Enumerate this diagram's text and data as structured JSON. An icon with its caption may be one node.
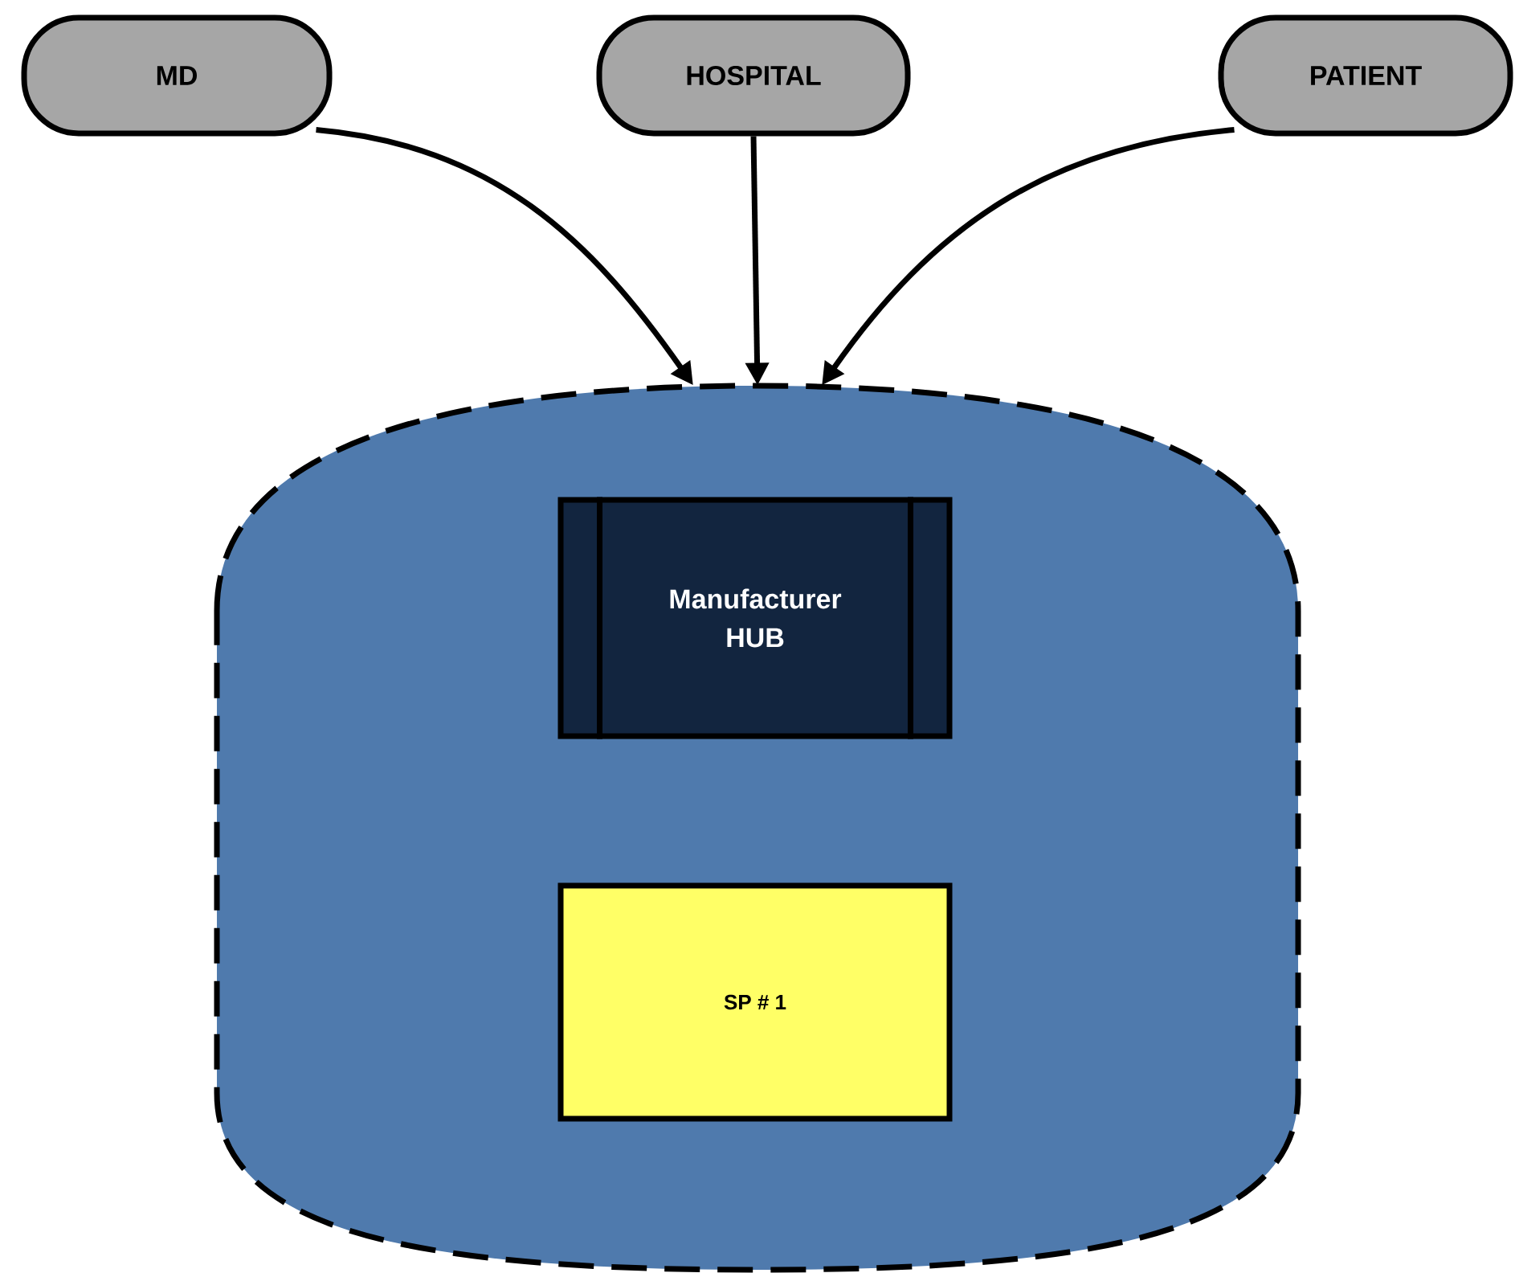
{
  "diagram": {
    "nodes": [
      {
        "text": [
          "MD"
        ]
      },
      {
        "text": [
          "HOSPITAL"
        ]
      },
      {
        "text": [
          "PATIENT"
        ]
      },
      {
        "text": [],
        "shape": "cylinder"
      },
      {
        "text": [
          "Manufacturer HUB"
        ],
        "in": 3
      },
      {
        "text": [
          "SP # 1"
        ],
        "in": 3
      }
    ],
    "edges": [
      {
        "from": 0,
        "to": 3,
        "arrow": "to"
      },
      {
        "from": 1,
        "to": 3,
        "arrow": "to"
      },
      {
        "from": 2,
        "to": 3,
        "arrow": "to"
      }
    ]
  }
}
